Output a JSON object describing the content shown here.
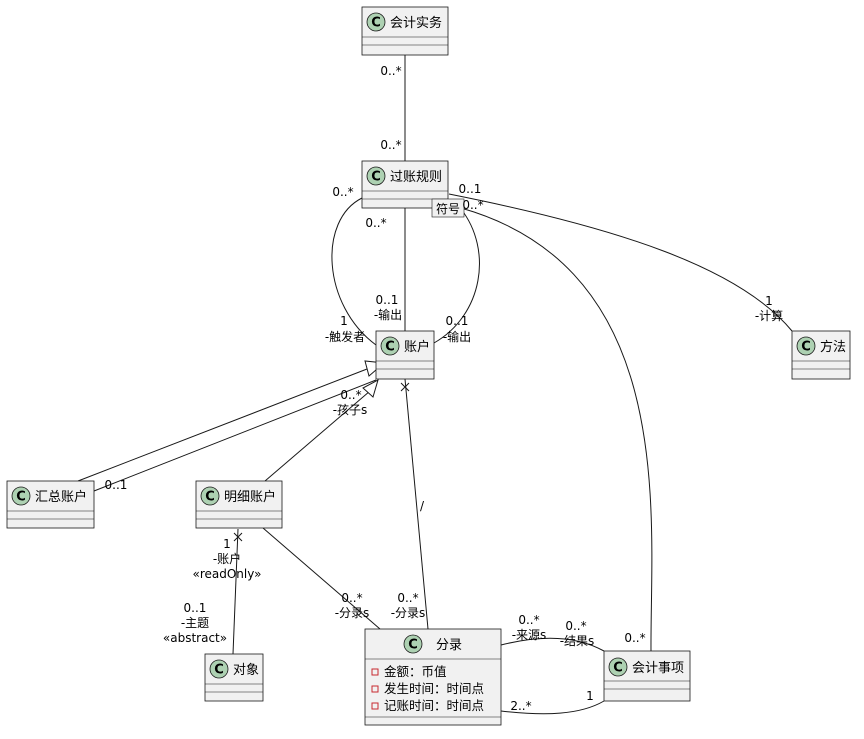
{
  "classes": {
    "kuaijishiwu": "会计实务",
    "guozhangguize": "过账规则",
    "zhanghu": "账户",
    "fangfa": "方法",
    "huizongzhanghu": "汇总账户",
    "mingxizhanghu": "明细账户",
    "duixiang": "对象",
    "fenlu": "分录",
    "kuaijishixiang": "会计事项"
  },
  "class_marker": "C",
  "fenlu_attributes": [
    {
      "visibility": "-",
      "text": "金额：币值"
    },
    {
      "visibility": "-",
      "text": "发生时间：时间点"
    },
    {
      "visibility": "-",
      "text": "记账时间：时间点"
    }
  ],
  "qualifier": "符号",
  "edges": {
    "practice_rule": {
      "src": "0..*",
      "dst": "0..*"
    },
    "rule_trigger": {
      "src": "0..*",
      "dst_mult": "1",
      "dst_role": "-触发者"
    },
    "rule_output": {
      "src": "0..*",
      "dst_mult": "0..1",
      "dst_role": "-输出"
    },
    "rule_qualified_output": {
      "dst_mult": "0..1",
      "dst_role": "-输出"
    },
    "rule_method": {
      "src": "0..1",
      "dst_mult": "1",
      "dst_role": "-计算"
    },
    "rule_event": {
      "src": "0..*",
      "dst": "0..*"
    },
    "summary_children": {
      "mult": "0..*",
      "role": "-孩子s",
      "src": "0..1"
    },
    "account_entry": {
      "derived": "/"
    },
    "detail_entry": {
      "mult": "0..*",
      "role": "-分录s"
    },
    "account_entry_dst": {
      "mult": "0..*",
      "role": "-分录s"
    },
    "detail_object": {
      "src_mult": "1",
      "src_role": "-账户",
      "src_stereo": "«readOnly»",
      "dst_mult": "0..1",
      "dst_role": "-主题",
      "dst_stereo": "«abstract»"
    },
    "entry_event_source": {
      "mult": "0..*",
      "role": "-来源s"
    },
    "entry_event_result": {
      "mult": "0..*",
      "role": "-结果s"
    },
    "entry_event_2": {
      "src": "2..*",
      "dst": "1"
    }
  }
}
